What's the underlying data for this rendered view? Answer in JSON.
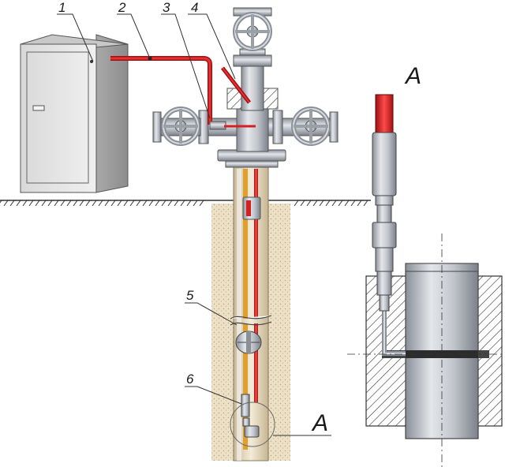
{
  "callouts": [
    {
      "id": "1",
      "text": "1"
    },
    {
      "id": "2",
      "text": "2"
    },
    {
      "id": "3",
      "text": "3"
    },
    {
      "id": "4",
      "text": "4"
    },
    {
      "id": "5",
      "text": "5"
    },
    {
      "id": "6",
      "text": "6"
    }
  ],
  "detail_marker": "A",
  "detail_title": "A",
  "colors": {
    "cable": "#d42020",
    "steel": "#b8bcc4",
    "steel_dark": "#7d828c",
    "cabinet": "#e3e3e3",
    "soil": "#e9dcc0",
    "ground_line": "#333333"
  }
}
